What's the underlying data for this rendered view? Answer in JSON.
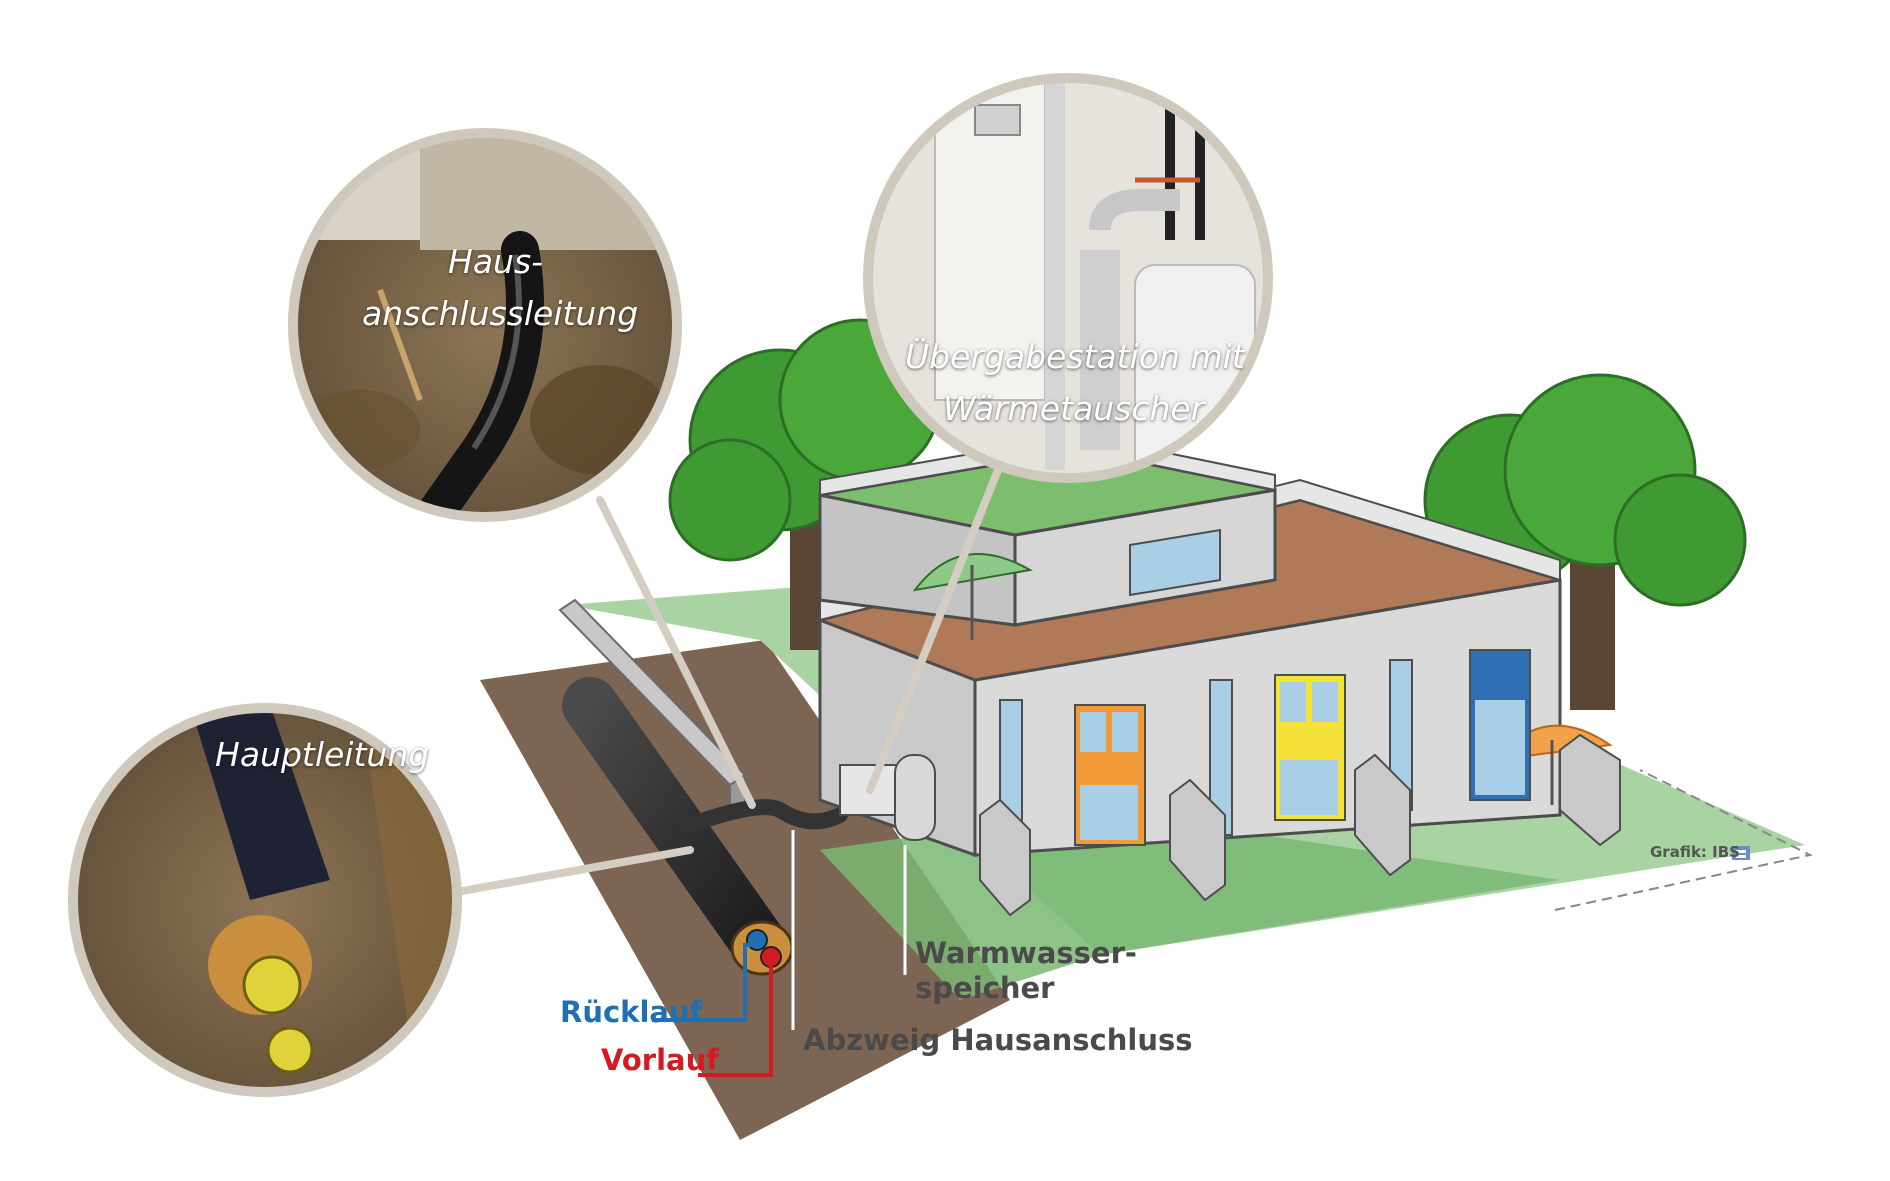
{
  "labels": {
    "haus_line1": "Haus-",
    "haus_line2": "anschlussleitung",
    "haupt": "Hauptleitung",
    "station_line1": "Übergabestation mit",
    "station_line2": "Wärmetauscher",
    "warm_line1": "Warmwasser-",
    "warm_line2": "speicher",
    "abzweig": "Abzweig Hausanschluss",
    "ruecklauf": "Rücklauf",
    "vorlauf": "Vorlauf",
    "credit": "Grafik: IBS"
  },
  "colors": {
    "soil": "#7d6553",
    "lawn": "#8fc18a",
    "wall": "#dcdcdc",
    "roof": "#b07a58",
    "tree": "#3f9a33",
    "ruecklauf": "#1f6fb2",
    "vorlauf": "#d21b22",
    "frame": "#cfc8bd"
  },
  "icons": [
    "ibs-logo-icon"
  ]
}
